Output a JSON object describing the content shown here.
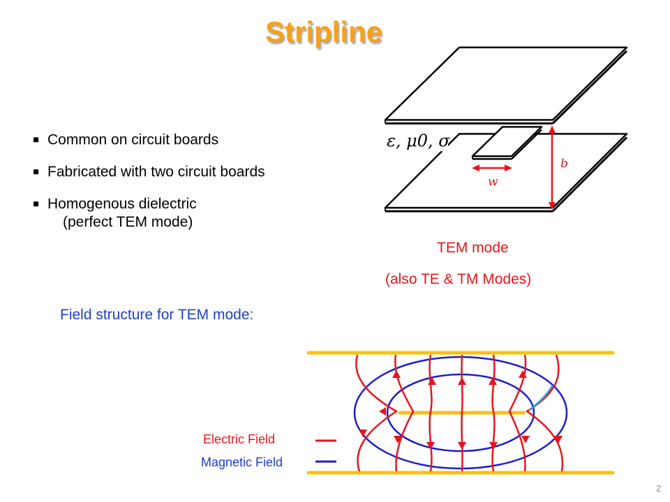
{
  "slide": {
    "title": "Stripline",
    "bullets": [
      {
        "text": "Common on circuit boards"
      },
      {
        "text": "Fabricated with two circuit boards"
      },
      {
        "text": "Homogenous dielectric",
        "sub": "(perfect TEM mode)"
      }
    ],
    "page_number": "2"
  },
  "diagram": {
    "parameters_label": "ε, μ0, σ",
    "b_label": "b",
    "w_label": "w",
    "tem_mode_label": "TEM mode",
    "modes_label": "(also TE & TM Modes)"
  },
  "field_structure": {
    "caption": "Field structure for TEM mode:",
    "legend": {
      "electric_label": "Electric Field",
      "magnetic_label": "Magnetic Field",
      "electric_color": "#e8141b",
      "magnetic_color": "#1c1ccf"
    },
    "conductor_color": "#f5c211"
  },
  "colors": {
    "title": "#f7a11a",
    "accent_red": "#e8141b",
    "caption_blue": "#1c3fd1"
  }
}
